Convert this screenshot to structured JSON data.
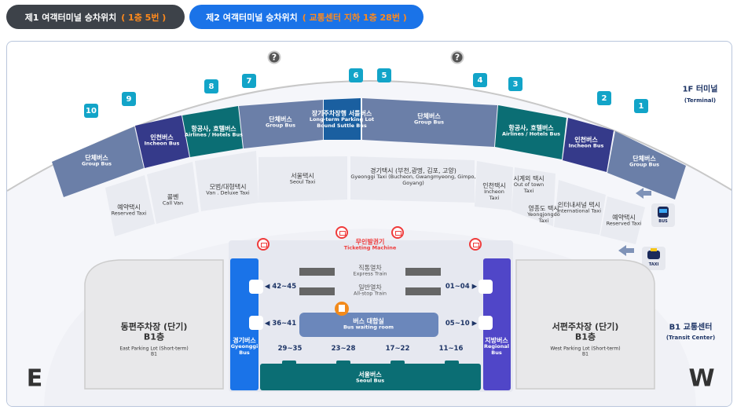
{
  "tabs": [
    {
      "label": "제1 여객터미널 승차위치",
      "detail": "( 1층 5번 )",
      "active": false
    },
    {
      "label": "제2 여객터미널 승차위치",
      "detail": "( 교통센터 지하 1층 28번 )",
      "active": true
    }
  ],
  "colors": {
    "tab_dark": "#3d4249",
    "tab_blue": "#1a73e8",
    "highlight": "#ff8a1c",
    "gate": "#12a4c8",
    "group_bus": "#6b7fa8",
    "incheon_bus": "#353a8a",
    "airlines_bus": "#0b6e74",
    "longterm_bus": "#1a5fa0",
    "gyeonggi_bus": "#1a73e8",
    "regional_bus": "#5046c8",
    "seoul_bus": "#0b6e74",
    "ticketing": "#ef3b3b"
  },
  "terminal": {
    "ko": "1F 터미널",
    "en": "(Terminal)"
  },
  "transit": {
    "ko": "B1 교통센터",
    "en": "(Transit Center)"
  },
  "gates": [
    "10",
    "9",
    "8",
    "7",
    "6",
    "5",
    "4",
    "3",
    "2",
    "1"
  ],
  "help_icon": "?",
  "bus_zones": [
    {
      "ko": "단체버스",
      "en": "Group Bus"
    },
    {
      "ko": "인천버스",
      "en": "Incheon Bus"
    },
    {
      "ko": "항공사, 호텔버스",
      "en": "Airlines / Hotels Bus"
    },
    {
      "ko": "단체버스",
      "en": "Group Bus"
    },
    {
      "ko": "장기주차장행 서틀버스",
      "en": "Long-term Parking Lot Bound Suttle Bus"
    },
    {
      "ko": "단체버스",
      "en": "Group Bus"
    },
    {
      "ko": "항공사, 호텔버스",
      "en": "Airlines / Hotels Bus"
    },
    {
      "ko": "인천버스",
      "en": "Incheon Bus"
    },
    {
      "ko": "단체버스",
      "en": "Group Bus"
    }
  ],
  "taxi_zones": [
    {
      "ko": "예약택시",
      "en": "Reserved Taxi"
    },
    {
      "ko": "콜벤",
      "en": "Call Van"
    },
    {
      "ko": "모범/대형택시",
      "en": "Van . Deluxe Taxi"
    },
    {
      "ko": "서울택시",
      "en": "Seoul Taxi"
    },
    {
      "ko": "경기택시 (부천,광명, 김포, 고양)",
      "en": "Gyeonggi Taxi (Bucheon, Gwangmyeong, Gimpo, Goyang)"
    },
    {
      "ko": "인천택시",
      "en": "Incheon Taxi"
    },
    {
      "ko": "시계외 택시",
      "en": "Out of town Taxi"
    },
    {
      "ko": "영종도 택시",
      "en": "Yeongjongdo Taxi"
    },
    {
      "ko": "인터내셔널 택시",
      "en": "International Taxi"
    },
    {
      "ko": "예약택시",
      "en": "Reserved Taxi"
    }
  ],
  "icons": {
    "bus": "BUS",
    "taxi": "TAXI"
  },
  "ticketing": {
    "ko": "무인발권기",
    "en": "Ticketing Machine"
  },
  "express": {
    "ko": "직통열차",
    "en": "Express Train"
  },
  "allstop": {
    "ko": "일반열차",
    "en": "All-stop Train"
  },
  "waiting": {
    "ko": "버스 대합실",
    "en": "Bus waiting room"
  },
  "gyeonggi_bus": {
    "ko": "경기버스",
    "en": "Gyeonggi Bus"
  },
  "regional_bus": {
    "ko": "지방버스",
    "en": "Regional Bus"
  },
  "seoul_bus": {
    "ko": "서울버스",
    "en": "Seoul Bus"
  },
  "platforms": {
    "left1": "◀ 42~45",
    "left2": "◀ 36~41",
    "right1": "01~04 ▶",
    "right2": "05~10 ▶",
    "b1": "29~35",
    "b2": "23~28",
    "b3": "17~22",
    "b4": "11~16"
  },
  "east_parking": {
    "ko": "동편주차장 (단기)",
    "floor": "B1층",
    "en": "East Parking Lot (Short-term)",
    "en_floor": "B1"
  },
  "west_parking": {
    "ko": "서편주차장 (단기)",
    "floor": "B1층",
    "en": "West Parking Lot (Short-term)",
    "en_floor": "B1"
  },
  "compass": {
    "east": "E",
    "west": "W"
  }
}
